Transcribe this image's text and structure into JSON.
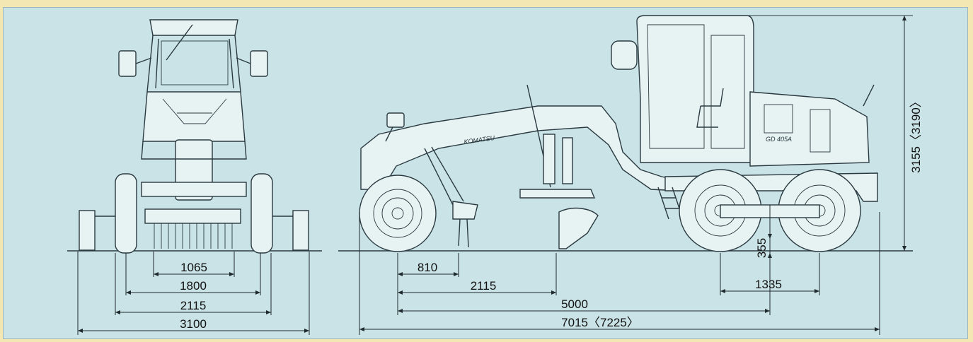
{
  "front_view": {
    "dimensions": [
      "1065",
      "1800",
      "2115",
      "3100"
    ]
  },
  "side_view": {
    "dimensions": {
      "d810": "810",
      "d2115": "2115",
      "d5000": "5000",
      "d7015": "7015〈7225〉",
      "d1335": "1335",
      "d355": "355",
      "d3155": "3155〈3190〉"
    },
    "brand_mark": "KOMATSU",
    "model_mark": "GD 405A"
  }
}
